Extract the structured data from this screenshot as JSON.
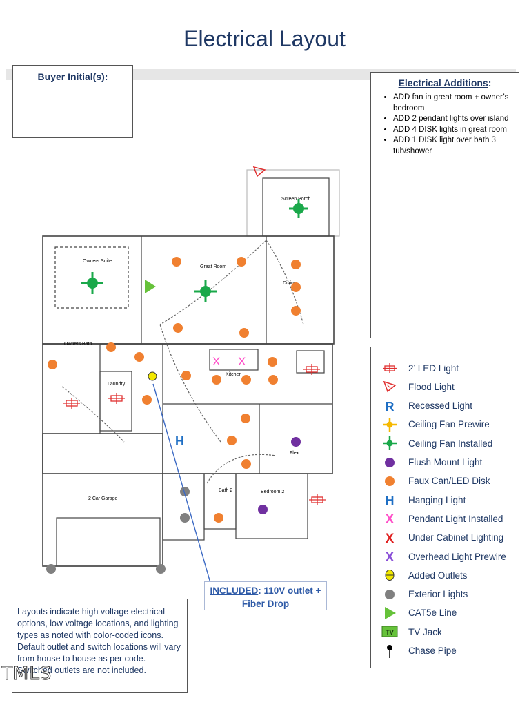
{
  "title": "Electrical Layout",
  "buyer_initials_label": "Buyer Initial(s):",
  "additions": {
    "heading": "Electrical Additions",
    "items": [
      "ADD fan in great room + owner’s bedroom",
      "ADD 2 pendant lights over island",
      "ADD 4 DISK lights in great room",
      "ADD 1 DISK light over bath 3 tub/shower"
    ]
  },
  "legend": [
    {
      "icon": "led-light-icon",
      "label": "2’ LED Light",
      "color": "#e03030"
    },
    {
      "icon": "flood-light-icon",
      "label": "Flood Light",
      "color": "#e03030"
    },
    {
      "icon": "recessed-light-icon",
      "glyph": "R",
      "label": "Recessed Light",
      "color": "#1f6fc4"
    },
    {
      "icon": "ceiling-fan-prewire-icon",
      "label": "Ceiling Fan Prewire",
      "color": "#f5b800"
    },
    {
      "icon": "ceiling-fan-installed-icon",
      "label": "Ceiling Fan Installed",
      "color": "#1aa84a"
    },
    {
      "icon": "flush-mount-light-icon",
      "label": "Flush Mount Light",
      "color": "#7030a0"
    },
    {
      "icon": "faux-can-led-disk-icon",
      "label": "Faux Can/LED Disk",
      "color": "#f08030"
    },
    {
      "icon": "hanging-light-icon",
      "glyph": "H",
      "label": "Hanging Light",
      "color": "#1f6fc4"
    },
    {
      "icon": "pendant-light-icon",
      "glyph": "X",
      "label": "Pendant Light Installed",
      "color": "#ff4fc8"
    },
    {
      "icon": "under-cabinet-lighting-icon",
      "glyph": "X",
      "label": "Under Cabinet Lighting",
      "color": "#e02020"
    },
    {
      "icon": "overhead-light-prewire-icon",
      "glyph": "X",
      "label": "Overhead Light Prewire",
      "color": "#8a4fd8"
    },
    {
      "icon": "added-outlet-icon",
      "label": "Added Outlets",
      "color": "#f2e800"
    },
    {
      "icon": "exterior-light-icon",
      "label": "Exterior Lights",
      "color": "#808080"
    },
    {
      "icon": "cat5e-line-icon",
      "label": "CAT5e Line",
      "color": "#66c23a"
    },
    {
      "icon": "tv-jack-icon",
      "glyph": "TV",
      "label": "TV Jack",
      "color": "#66c23a"
    },
    {
      "icon": "chase-pipe-icon",
      "label": "Chase Pipe",
      "color": "#000000"
    }
  ],
  "callout": {
    "included": "INCLUDED",
    "text": ": 110V outlet + Fiber Drop"
  },
  "note": "Layouts indicate high voltage electrical options, low voltage locations, and lighting types as noted with color-coded icons. Default outlet and switch locations will vary from house to house as per code. Switched outlets are not included.",
  "watermark": "TMLS",
  "rooms": {
    "screen_porch": "Screen Porch",
    "owners_suite": "Owners Suite",
    "great_room": "Great Room",
    "dining": "Dining",
    "owners_bath": "Owners Bath",
    "laundry": "Laundry",
    "kitchen": "Kitchen",
    "flex": "Flex",
    "garage": "2 Car Garage",
    "bath2": "Bath 2",
    "bedroom2": "Bedroom 2"
  }
}
